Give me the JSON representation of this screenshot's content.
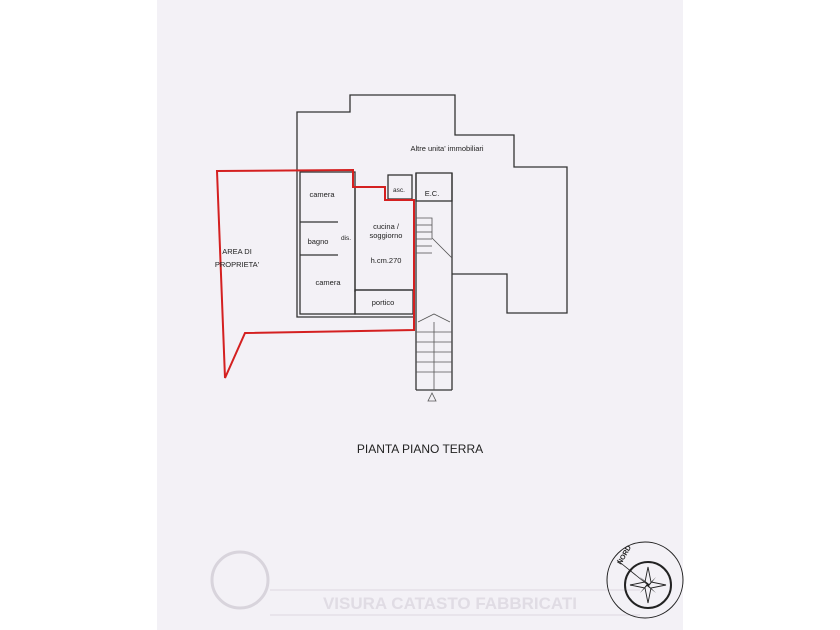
{
  "plan": {
    "title": "PIANTA PIANO TERRA",
    "property_area": [
      "AREA DI",
      "PROPRIETA'"
    ],
    "other_units": "Altre unita' immobiliari",
    "rooms": {
      "camera_top": "camera",
      "bagno": "bagno",
      "dis": "dis.",
      "cucina": "cucina /",
      "soggiorno": "soggiorno",
      "height": "h.cm.270",
      "camera_bottom": "camera",
      "portico": "portico",
      "asc": "asc.",
      "ec": "E.C."
    },
    "compass_label": "NORD",
    "watermark": "VISURA CATASTO FABBRICATI"
  },
  "colors": {
    "property_outline": "#d42020",
    "paper": "#f3f1f6"
  }
}
